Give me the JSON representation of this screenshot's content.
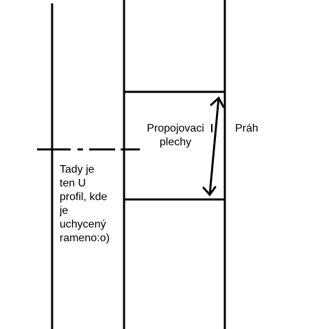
{
  "labels": {
    "connecting_plates": [
      "Propojovaci",
      "plechy"
    ],
    "threshold": "Práh",
    "u_profile_note": [
      "Tady je",
      "ten U",
      "profil, kde",
      "je",
      "uchycený",
      "rameno:o)"
    ]
  },
  "colors": {
    "ink": "#000000",
    "paper": "#ffffff"
  }
}
